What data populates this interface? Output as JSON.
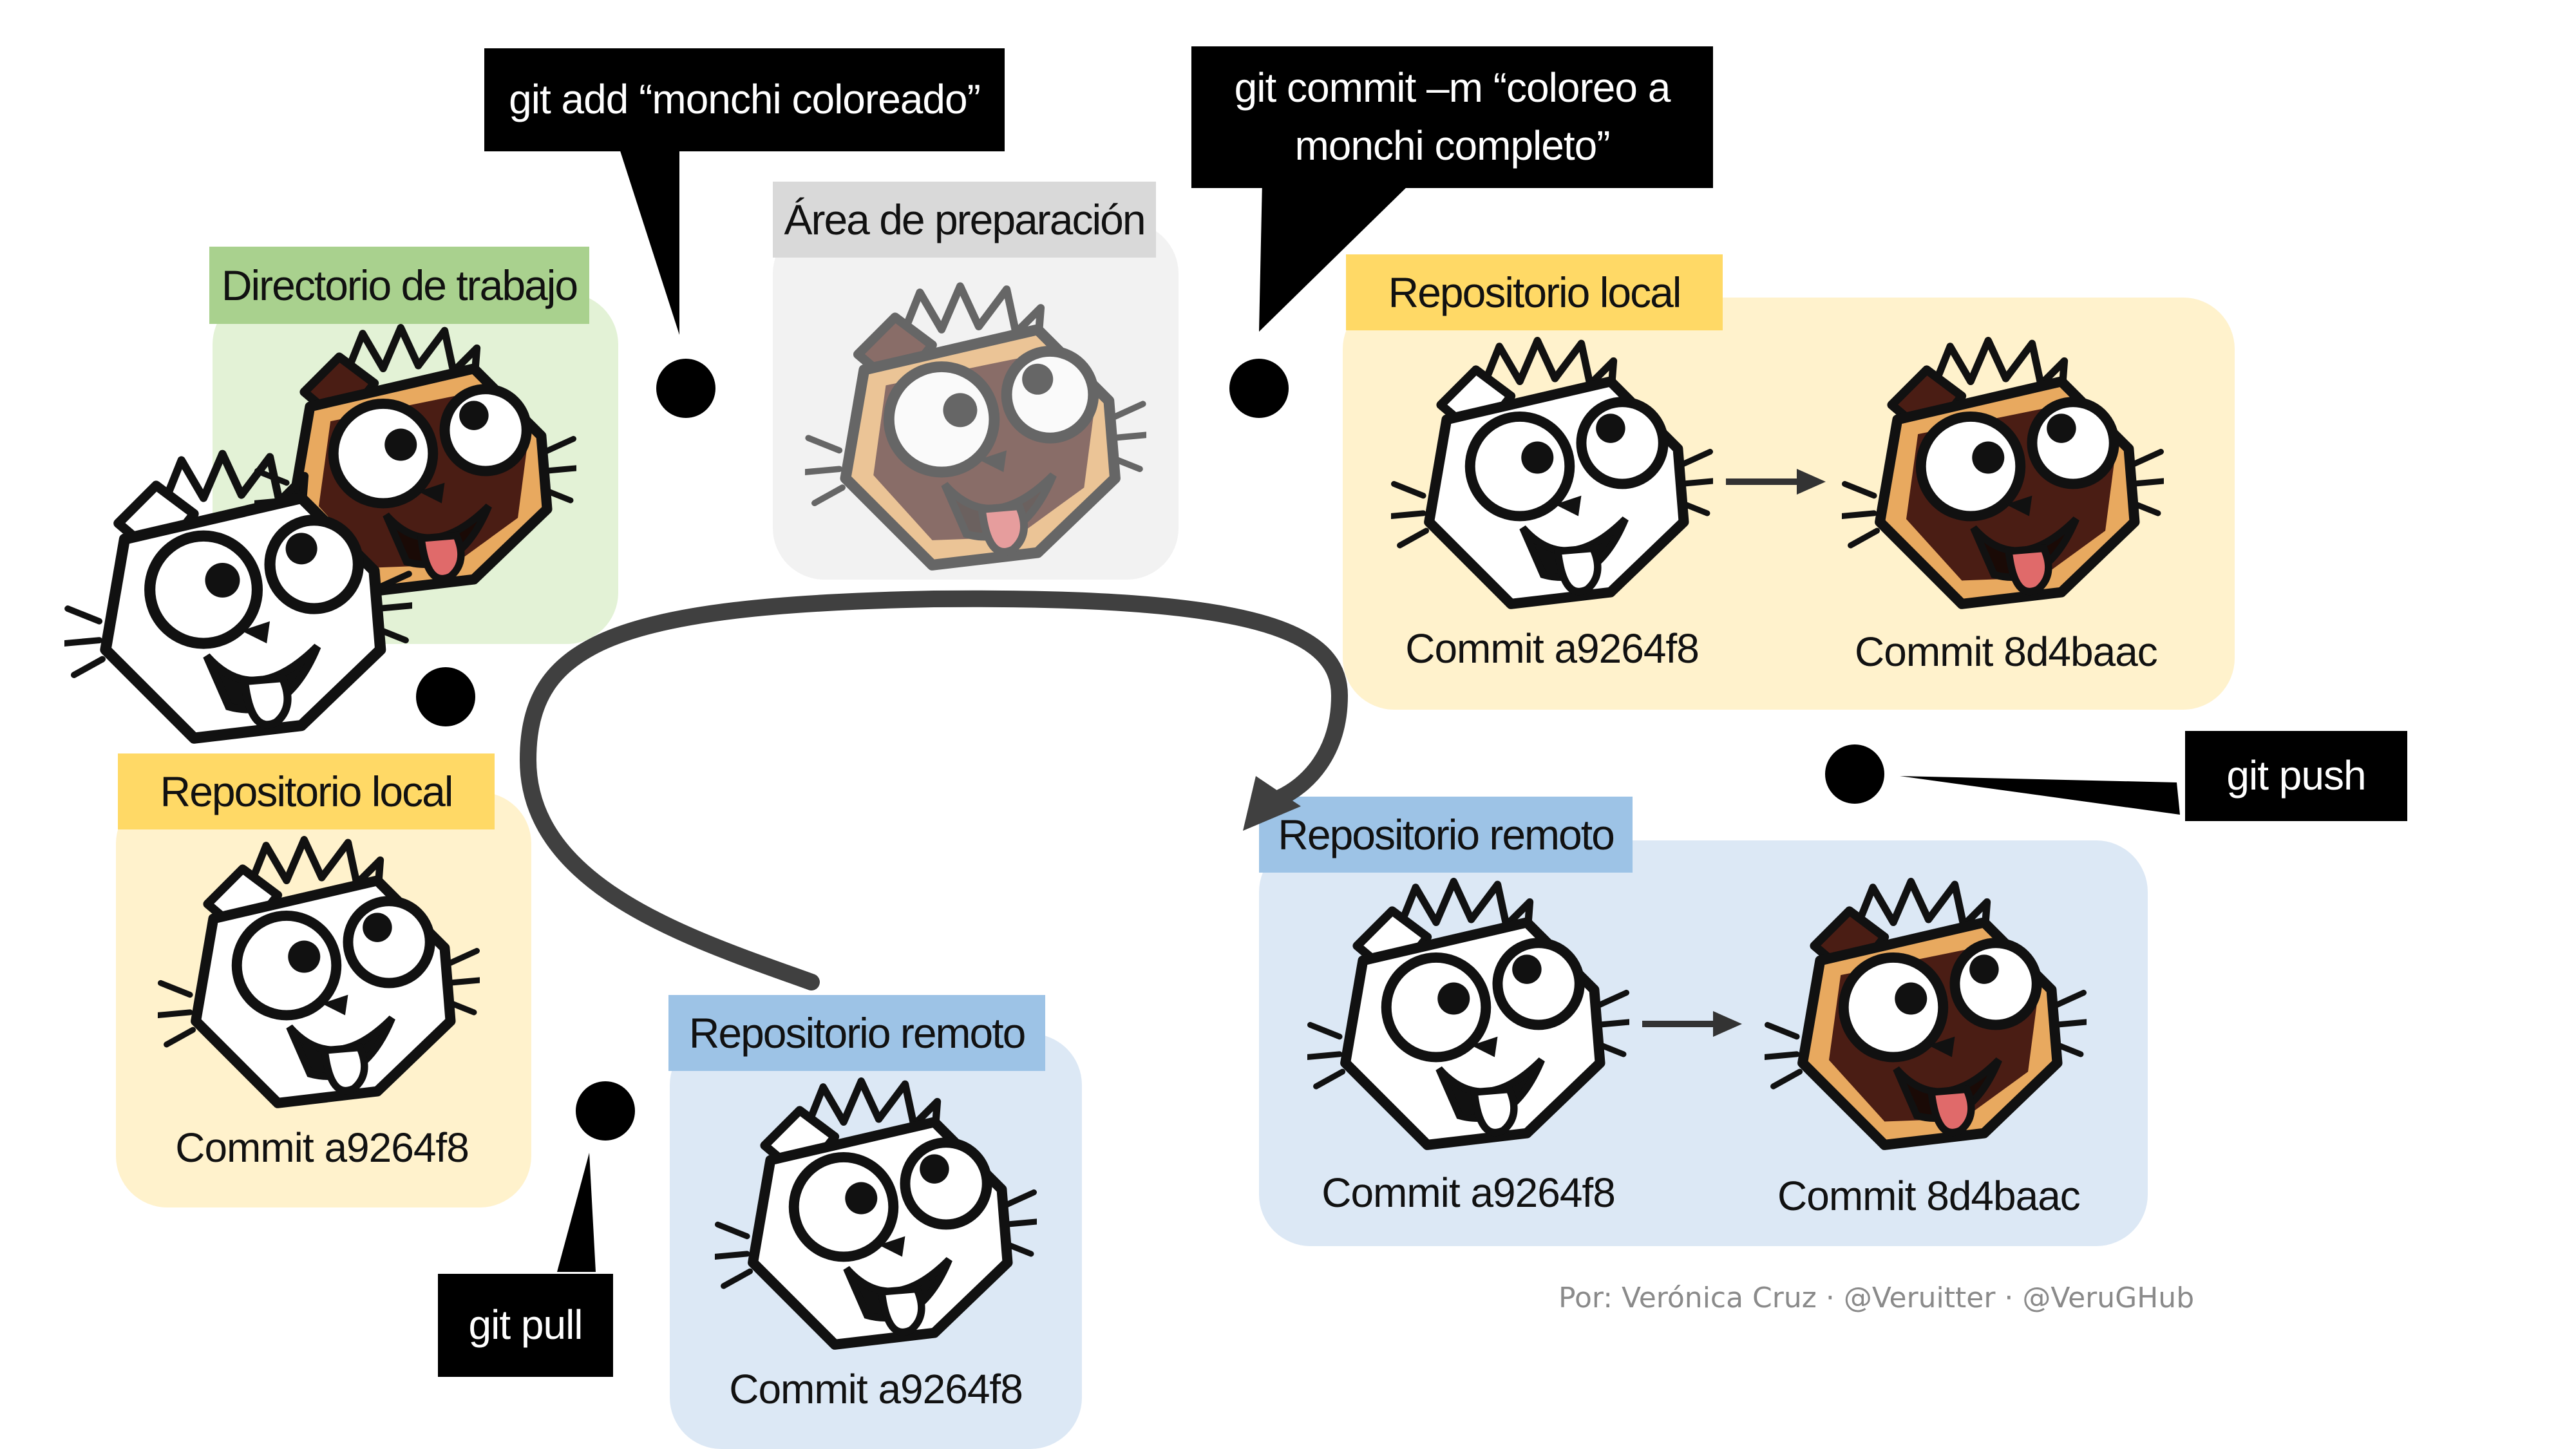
{
  "colors": {
    "work_bg": "#e3f2d6",
    "work_tab": "#a9d18e",
    "stage_bg": "#f2f2f2",
    "stage_tab": "#d9d9d9",
    "local_bg": "#fff2cc",
    "local_tab": "#ffd966",
    "remote_bg": "#dce8f5",
    "remote_tab": "#9dc3e6",
    "dog_tan": "#e8a95f",
    "dog_brown": "#4a1d14",
    "dog_tongue": "#e06a6a"
  },
  "commands": {
    "add": "git add “monchi coloreado”",
    "commit_line1": "git commit –m “coloreo a",
    "commit_line2": "monchi completo”",
    "push": "git push",
    "pull": "git pull"
  },
  "working_dir": {
    "label": "Directorio de trabajo"
  },
  "staging": {
    "label": "Área de preparación"
  },
  "local_repo_top": {
    "label": "Repositorio local",
    "commits": [
      {
        "label": "Commit a9264f8",
        "dog": "monchi-outline"
      },
      {
        "label": "Commit 8d4baac",
        "dog": "monchi-colored"
      }
    ]
  },
  "remote_repo_right": {
    "label": "Repositorio remoto",
    "commits": [
      {
        "label": "Commit a9264f8",
        "dog": "monchi-outline"
      },
      {
        "label": "Commit 8d4baac",
        "dog": "monchi-colored"
      }
    ]
  },
  "local_repo_bottom": {
    "label": "Repositorio local",
    "commits": [
      {
        "label": "Commit a9264f8",
        "dog": "monchi-outline"
      }
    ]
  },
  "remote_repo_bottom": {
    "label": "Repositorio remoto",
    "commits": [
      {
        "label": "Commit a9264f8",
        "dog": "monchi-outline"
      }
    ]
  },
  "credit": "Por: Verónica Cruz · @Veruitter · @VeruGHub"
}
